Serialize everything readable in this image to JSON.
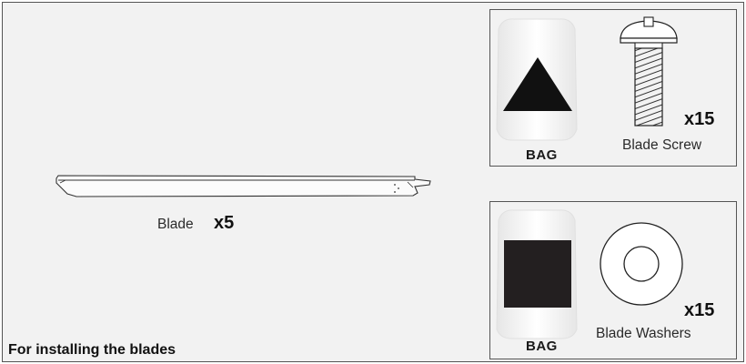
{
  "blade": {
    "label": "Blade",
    "quantity": "x5"
  },
  "screw_pack": {
    "bag_label": "BAG",
    "bag_symbol": "triangle",
    "part_label": "Blade Screw",
    "quantity": "x15"
  },
  "washer_pack": {
    "bag_label": "BAG",
    "bag_symbol": "square",
    "part_label": "Blade Washers",
    "quantity": "x15"
  },
  "caption": "For installing the blades"
}
